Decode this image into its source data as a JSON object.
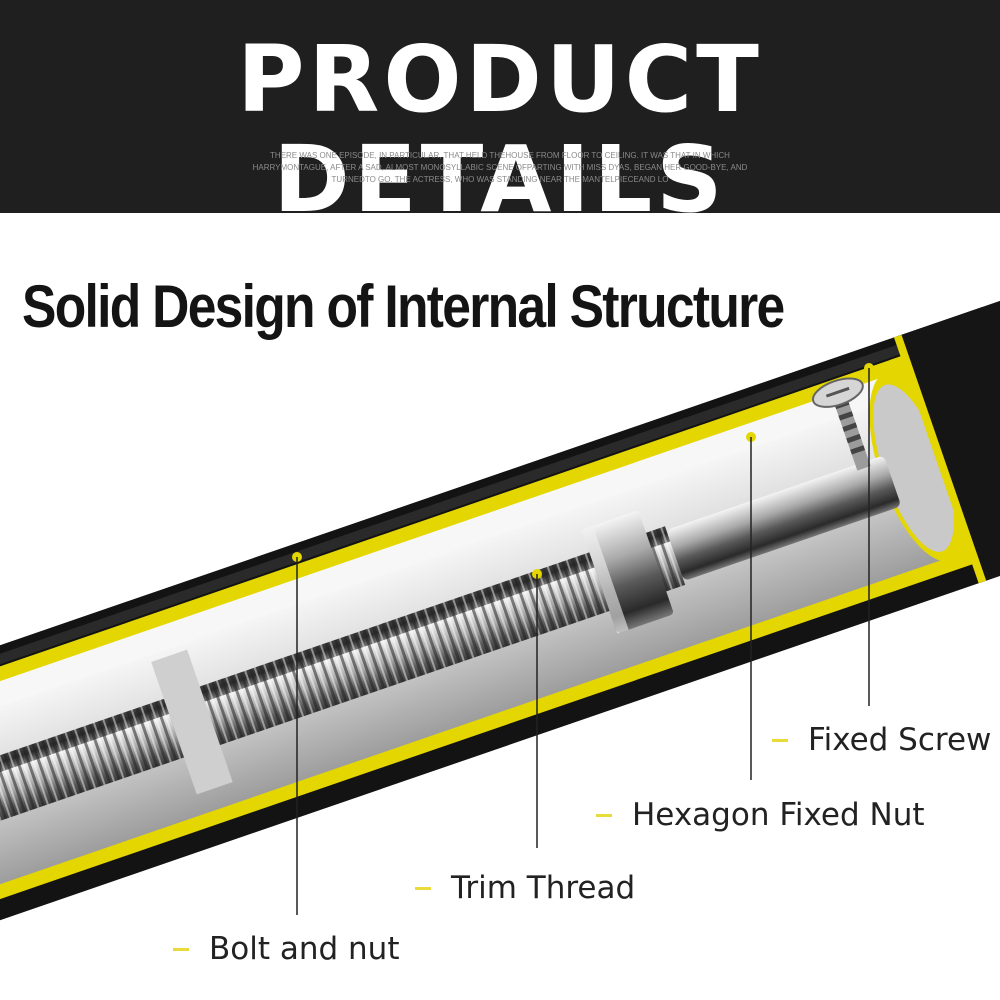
{
  "banner": {
    "title": "PRODUCT DETAILS",
    "subtitle": "THERE WAS ONE EPISODE, IN PARTICULAR, THAT HELD THEHOUSE FROM FLOOR TO CEILING. IT WAS THAT IN WHICH HARRYMONTAGUE, AFTER A SAD, ALMOST MONOSYLLABIC SCENE OFPARTING WITH MISS DYAS, BEGAN HER GOOD-BYE, AND TURNEDTO GO. THE ACTRESS, WHO WAS STANDING NEAR THE MANTELPIECEAND LO"
  },
  "headline": "Solid Design of Internal Structure",
  "callouts": {
    "fixed_screw": "Fixed Screw",
    "hexagon_nut": "Hexagon Fixed Nut",
    "trim_thread": "Trim Thread",
    "bolt_nut": "Bolt and nut"
  },
  "colors": {
    "banner_bg": "#1f1f1f",
    "accent_yellow": "#e4d600",
    "foam_black": "#121212",
    "steel": "#9a9a9a"
  }
}
